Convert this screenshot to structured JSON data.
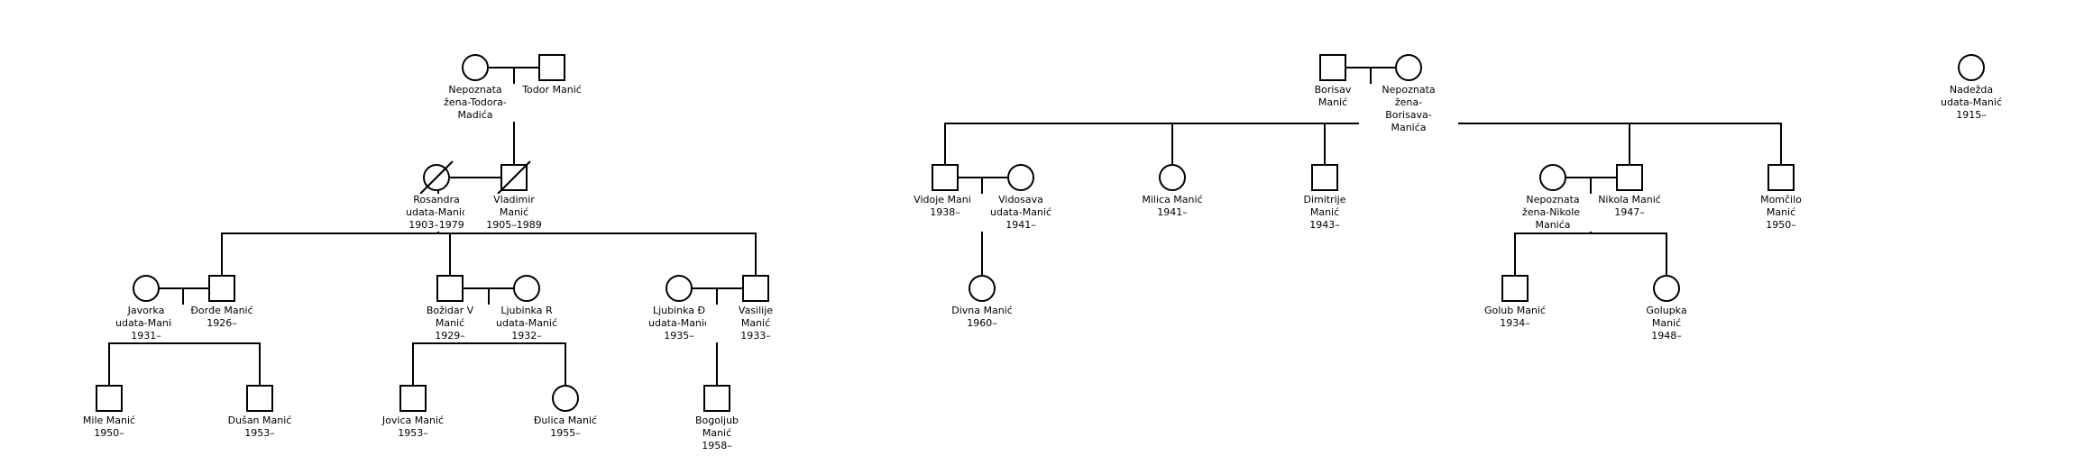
{
  "colors": {
    "line": "#000000",
    "fill": "#ffffff",
    "text": "#000000"
  },
  "people": [
    {
      "id": "p1",
      "sex": "F",
      "deceased": false,
      "lines": [
        "Nepoznata",
        "žena-Todora-",
        "Madića"
      ]
    },
    {
      "id": "p2",
      "sex": "M",
      "deceased": false,
      "lines": [
        "Todor Manić"
      ]
    },
    {
      "id": "p3",
      "sex": "F",
      "deceased": true,
      "lines": [
        "Rosandra",
        "udata-Manić",
        "1903–1979"
      ]
    },
    {
      "id": "p4",
      "sex": "M",
      "deceased": true,
      "lines": [
        "Vladimir",
        "Manić",
        "1905–1989"
      ]
    },
    {
      "id": "p5",
      "sex": "F",
      "deceased": false,
      "lines": [
        "Javorka",
        "udata-Manić",
        "1931–"
      ]
    },
    {
      "id": "p6",
      "sex": "M",
      "deceased": false,
      "lines": [
        "Đorđe Manić",
        "1926–"
      ]
    },
    {
      "id": "p7",
      "sex": "M",
      "deceased": false,
      "lines": [
        "Božidar V",
        "Manić",
        "1929–"
      ]
    },
    {
      "id": "p8",
      "sex": "F",
      "deceased": false,
      "lines": [
        "Ljubinka R",
        "udata-Manić",
        "1932–"
      ]
    },
    {
      "id": "p9",
      "sex": "F",
      "deceased": false,
      "lines": [
        "Ljubinka Đ",
        "udata-Manić",
        "1935–"
      ]
    },
    {
      "id": "p10",
      "sex": "M",
      "deceased": false,
      "lines": [
        "Vasilije",
        "Manić",
        "1933–"
      ]
    },
    {
      "id": "p11",
      "sex": "M",
      "deceased": false,
      "lines": [
        "Mile Manić",
        "1950–"
      ]
    },
    {
      "id": "p12",
      "sex": "M",
      "deceased": false,
      "lines": [
        "Dušan Manić",
        "1953–"
      ]
    },
    {
      "id": "p13",
      "sex": "M",
      "deceased": false,
      "lines": [
        "Jovica Manić",
        "1953–"
      ]
    },
    {
      "id": "p14",
      "sex": "F",
      "deceased": false,
      "lines": [
        "Đulica Manić",
        "1955–"
      ]
    },
    {
      "id": "p15",
      "sex": "M",
      "deceased": false,
      "lines": [
        "Bogoljub",
        "Manić",
        "1958–"
      ]
    },
    {
      "id": "p16",
      "sex": "M",
      "deceased": false,
      "lines": [
        "Borisav",
        "Manić"
      ]
    },
    {
      "id": "p17",
      "sex": "F",
      "deceased": false,
      "lines": [
        "Nepoznata",
        "žena-",
        "Borisava-",
        "Manića"
      ]
    },
    {
      "id": "p18",
      "sex": "M",
      "deceased": false,
      "lines": [
        "Vidoje Manić",
        "1938–"
      ]
    },
    {
      "id": "p19",
      "sex": "F",
      "deceased": false,
      "lines": [
        "Vidosava",
        "udata-Manić",
        "1941–"
      ]
    },
    {
      "id": "p20",
      "sex": "F",
      "deceased": false,
      "lines": [
        "Milica Manić",
        "1941–"
      ]
    },
    {
      "id": "p21",
      "sex": "M",
      "deceased": false,
      "lines": [
        "Dimitrije",
        "Manić",
        "1943–"
      ]
    },
    {
      "id": "p22",
      "sex": "F",
      "deceased": false,
      "lines": [
        "Nepoznata",
        "žena-Nikole-",
        "Manića"
      ]
    },
    {
      "id": "p23",
      "sex": "M",
      "deceased": false,
      "lines": [
        "Nikola Manić",
        "1947–"
      ]
    },
    {
      "id": "p24",
      "sex": "M",
      "deceased": false,
      "lines": [
        "Momčilo",
        "Manić",
        "1950–"
      ]
    },
    {
      "id": "p25",
      "sex": "F",
      "deceased": false,
      "lines": [
        "Divna Manić",
        "1960–"
      ]
    },
    {
      "id": "p26",
      "sex": "M",
      "deceased": false,
      "lines": [
        "Golub Manić",
        "1934–"
      ]
    },
    {
      "id": "p27",
      "sex": "F",
      "deceased": false,
      "lines": [
        "Golupka",
        "Manić",
        "1948–"
      ]
    },
    {
      "id": "p28",
      "sex": "F",
      "deceased": false,
      "lines": [
        "Nadežda",
        "udata-Manić",
        "1915–"
      ]
    }
  ]
}
